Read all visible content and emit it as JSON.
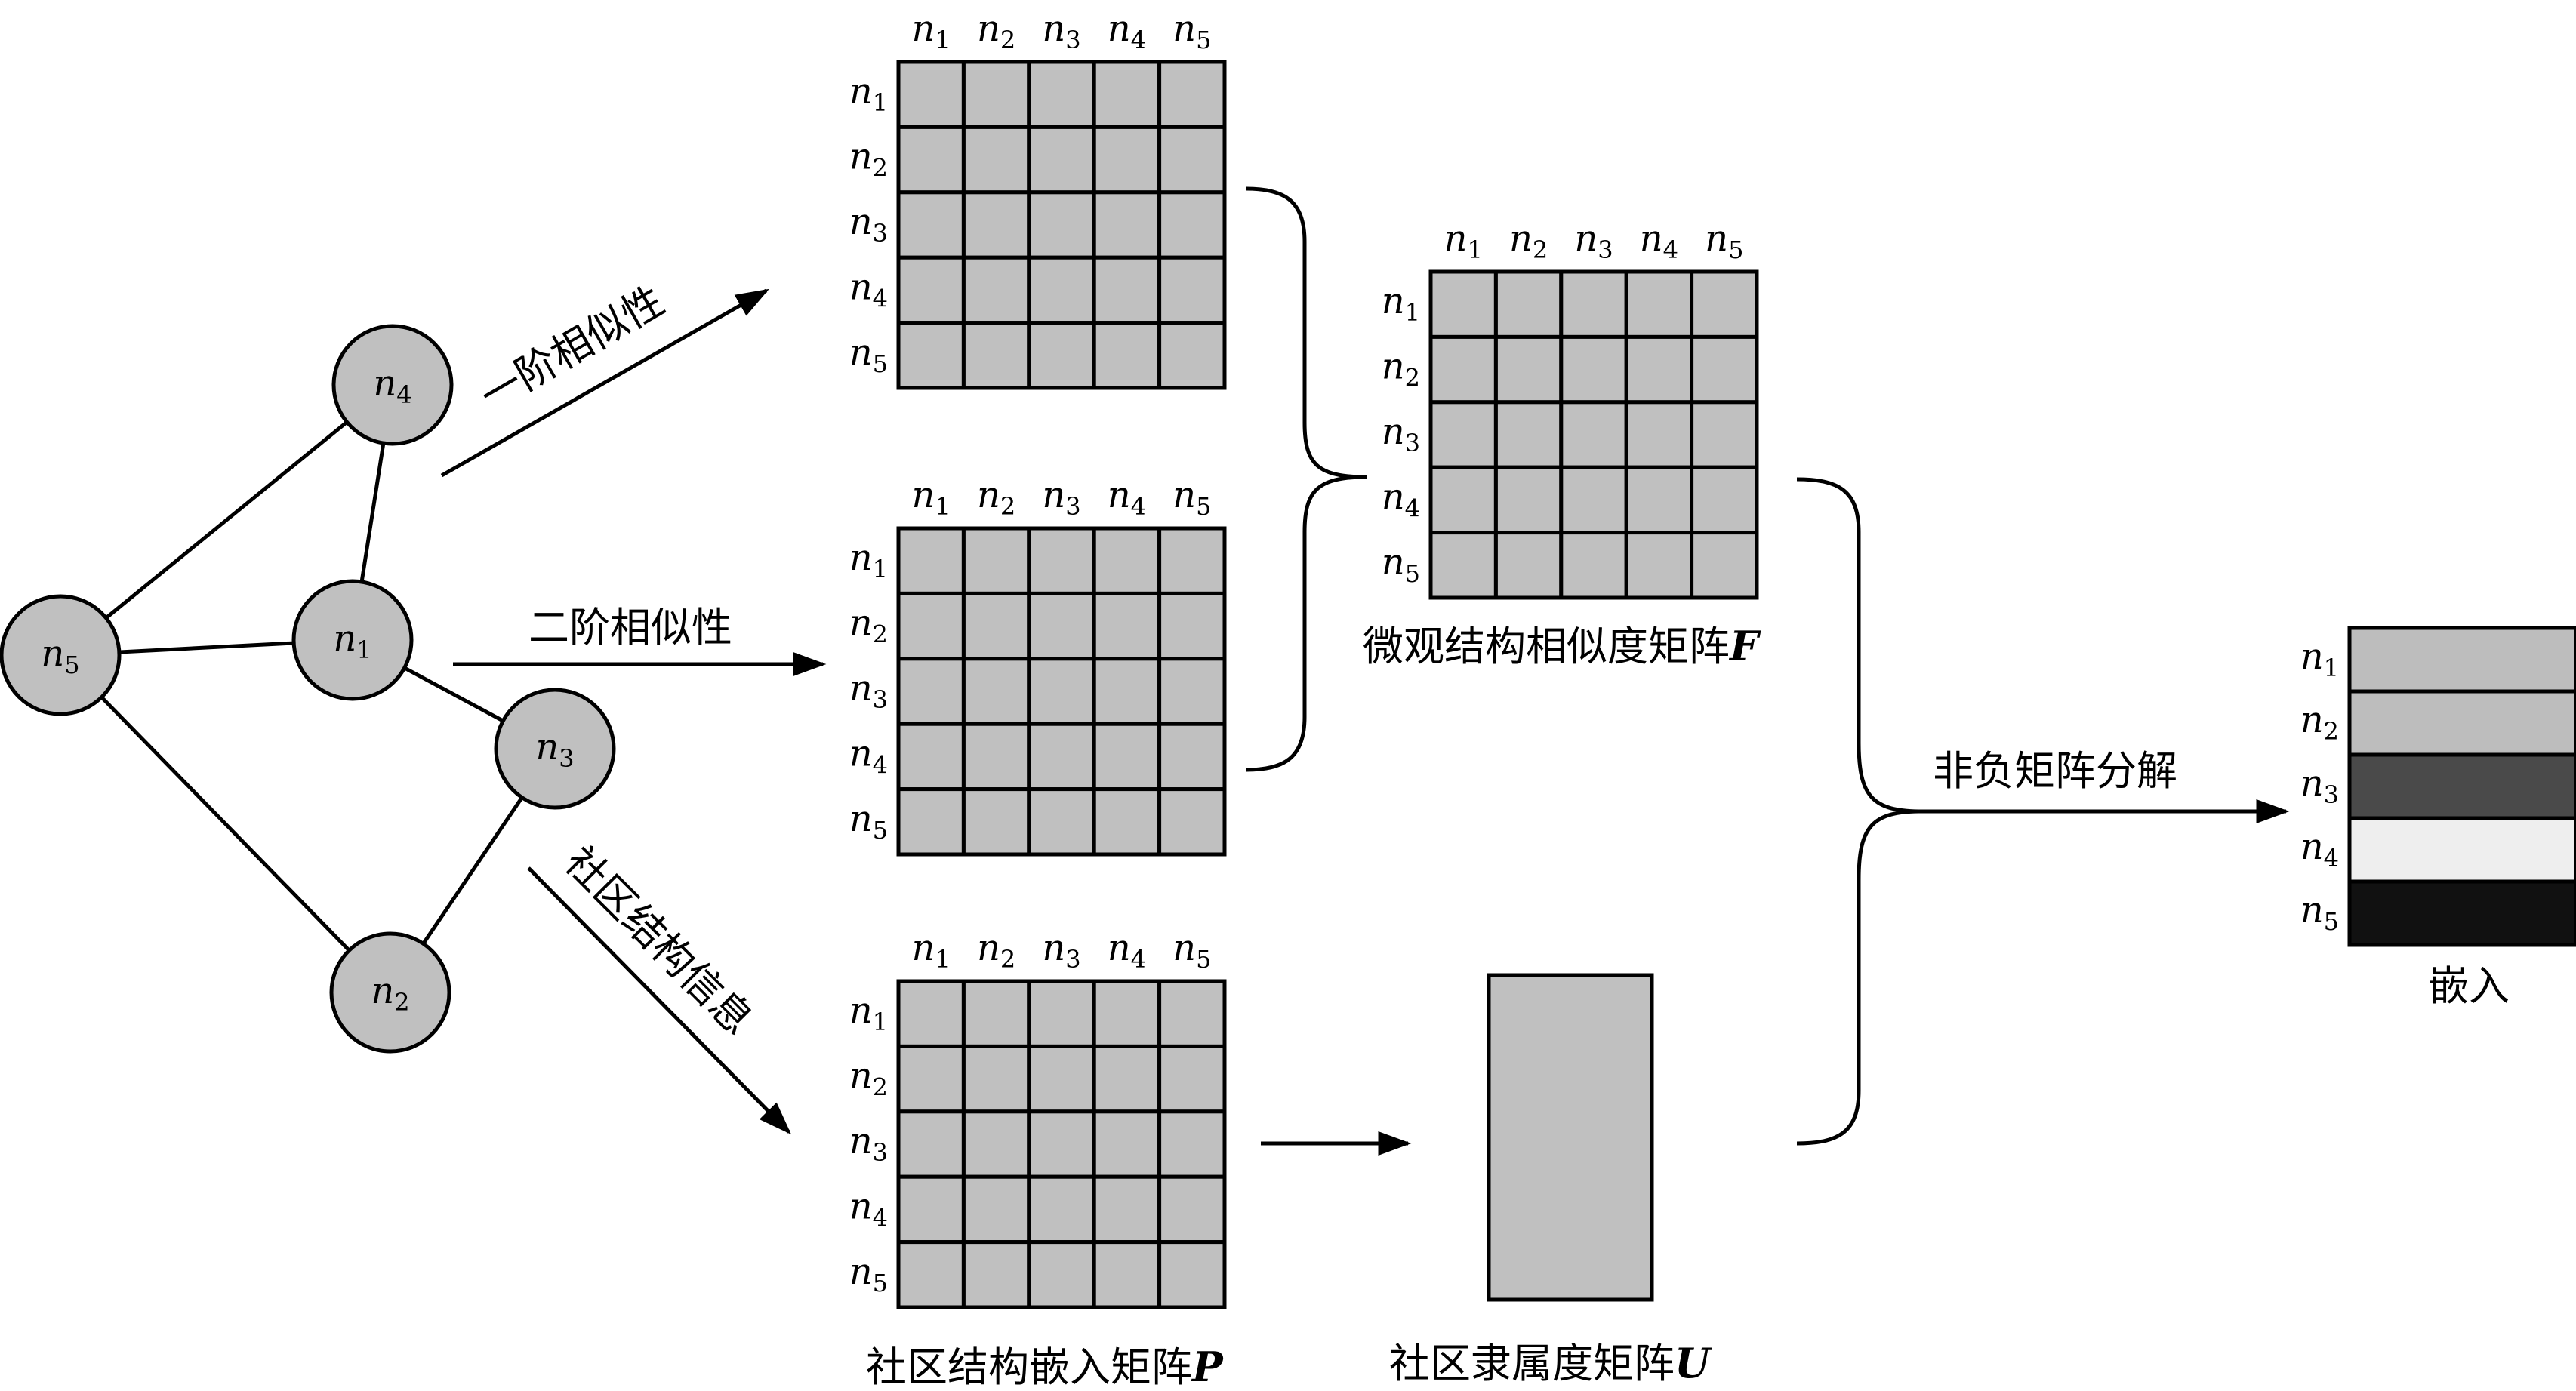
{
  "graph": {
    "nodes": [
      {
        "id": "n1",
        "name": "n",
        "sub": "1"
      },
      {
        "id": "n2",
        "name": "n",
        "sub": "2"
      },
      {
        "id": "n3",
        "name": "n",
        "sub": "3"
      },
      {
        "id": "n4",
        "name": "n",
        "sub": "4"
      },
      {
        "id": "n5",
        "name": "n",
        "sub": "5"
      }
    ],
    "edges": [
      [
        "n5",
        "n4"
      ],
      [
        "n5",
        "n1"
      ],
      [
        "n5",
        "n2"
      ],
      [
        "n1",
        "n4"
      ],
      [
        "n1",
        "n3"
      ],
      [
        "n3",
        "n2"
      ]
    ]
  },
  "matrix_labels": [
    {
      "name": "n",
      "sub": "1"
    },
    {
      "name": "n",
      "sub": "2"
    },
    {
      "name": "n",
      "sub": "3"
    },
    {
      "name": "n",
      "sub": "4"
    },
    {
      "name": "n",
      "sub": "5"
    }
  ],
  "arrows": {
    "first_order": "一阶相似性",
    "second_order": "二阶相似性",
    "community": "社区结构信息",
    "nmf": "非负矩阵分解"
  },
  "captions": {
    "micro_prefix": "微观结构相似度矩阵",
    "micro_symbol": "F",
    "community_embed_prefix": "社区结构嵌入矩阵",
    "community_embed_symbol": "P",
    "membership_prefix": "社区隶属度矩阵",
    "membership_symbol": "U",
    "embedding": "嵌入"
  },
  "colors": {
    "node_fill": "#c0c0c0",
    "cell_fill": "#c0c0c0",
    "embedding_rows": [
      "#bdbdbd",
      "#bdbdbd",
      "#4a4a4a",
      "#eeeeee",
      "#111111"
    ]
  }
}
